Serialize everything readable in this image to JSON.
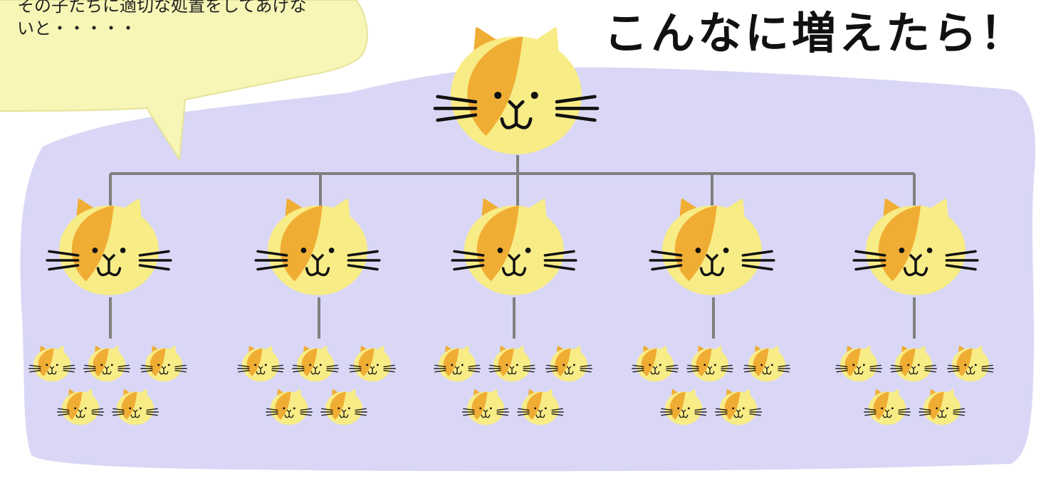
{
  "note": {
    "text": "その子たちに適切な処置をしてあげな\nいと・・・・・"
  },
  "headline": "こんなに増えたら！",
  "colors": {
    "background": "#ffffff",
    "region_fill": "#d9d7f5",
    "note_fill": "#f8f6b6",
    "note_border": "#e6e29a",
    "connector": "#7f7f7f",
    "cat_light": "#f8ec86",
    "cat_orange": "#f0ad34",
    "cat_features": "#111111"
  },
  "diagram": {
    "icon": "cat-icon",
    "root_count": 1,
    "children_count": 5,
    "grandchildren_per_child": 5,
    "grandchildren_total": 25
  }
}
